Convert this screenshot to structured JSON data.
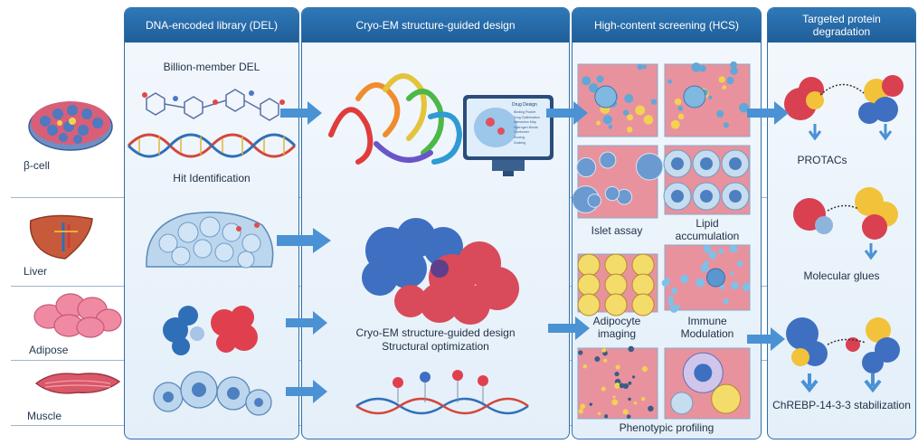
{
  "columns": {
    "del": "DNA-encoded library (DEL)",
    "cryo": "Cryo-EM structure-guided design",
    "hcs": "High-content screening (HCS)",
    "tpd": "Targeted protein degradation"
  },
  "tissues": [
    "β-cell",
    "Liver",
    "Adipose",
    "Muscle"
  ],
  "del_labels": {
    "top": "Billion-member DEL",
    "bottom": "Hit Identification"
  },
  "cryo_labels": {
    "line1": "Cryo-EM structure-guided design",
    "line2": "Structural optimization",
    "monitor_title": "Drug Design",
    "monitor_items": [
      "Binding Pocket",
      "Drug Optimization",
      "Interaction Map",
      "Hydrogen Bonds",
      "Conformer",
      "Scoring",
      "Docking"
    ]
  },
  "hcs_labels": [
    "Islet assay",
    "Lipid accumulation",
    "Adipocyte imaging",
    "Immune Modulation",
    "Phenotypic profiling"
  ],
  "tpd_labels": [
    "PROTACs",
    "Molecular glues",
    "ChREBP-14-3-3 stabilization"
  ],
  "colors": {
    "header": "#2670b0",
    "arrow": "#4a92d4",
    "border": "#2f6fa8",
    "cell_bg": "#e8929e"
  }
}
